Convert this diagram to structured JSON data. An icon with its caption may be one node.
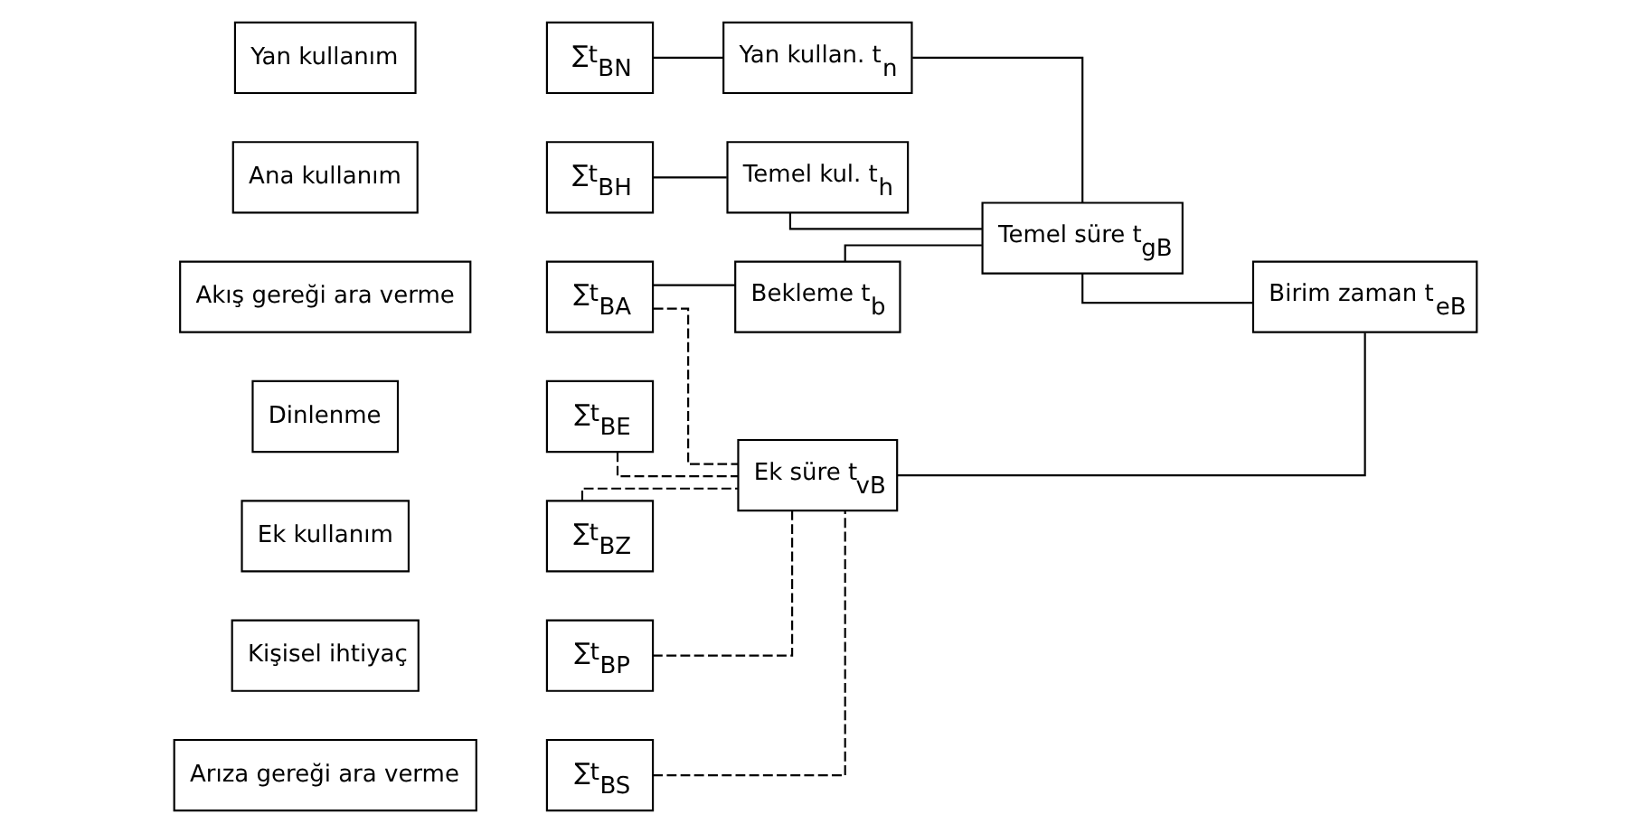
{
  "diagram": {
    "nodes": [
      {
        "text": [
          "Ana kullanım"
        ]
      },
      {
        "text": [
          "Yan kullanım"
        ]
      },
      {
        "text": [
          "Ek kullanım"
        ]
      },
      {
        "text": [
          "Akış gereği ara verme"
        ]
      },
      {
        "text": [
          "Arıza gereği ara verme"
        ]
      },
      {
        "text": [
          "Dinlenme"
        ]
      },
      {
        "text": [
          "Kişisel ihtiyaç"
        ]
      },
      {
        "text": [
          "∑t$_{BH}$"
        ]
      },
      {
        "text": [
          "∑t$_{BN}$"
        ]
      },
      {
        "text": [
          "∑t$_{BZ}$"
        ]
      },
      {
        "text": [
          "∑t$_{BA}$"
        ]
      },
      {
        "text": [
          "∑t$_{BS}$"
        ]
      },
      {
        "text": [
          "∑t$_{BE}$"
        ]
      },
      {
        "text": [
          "∑t$_{BP}$"
        ]
      },
      {
        "text": [
          "Temel kul. t$_{h}$"
        ]
      },
      {
        "text": [
          "Yan kullan. t$_{n}$"
        ]
      },
      {
        "text": [
          "Bekleme t$_{b}$"
        ]
      },
      {
        "text": [
          "Temel süre t$_{gB}$"
        ]
      },
      {
        "text": [
          "Ek süre t$_{vB}$"
        ]
      },
      {
        "text": [
          "Birim zaman t$_{eB}$"
        ]
      }
    ],
    "edges": [
      {
        "from": 7,
        "to": 14,
        "arrow": "none"
      },
      {
        "from": 8,
        "to": 15,
        "arrow": "none"
      },
      {
        "from": 10,
        "to": 16,
        "arrow": "none"
      },
      {
        "from": 9,
        "to": 18,
        "arrow": "none",
        "style": "dashed"
      },
      {
        "from": 10,
        "to": 18,
        "arrow": "none",
        "style": "dashed"
      },
      {
        "from": 11,
        "to": 18,
        "arrow": "none",
        "style": "dashed"
      },
      {
        "from": 12,
        "to": 18,
        "arrow": "none",
        "style": "dashed"
      },
      {
        "from": 13,
        "to": 18,
        "arrow": "none",
        "style": "dashed"
      },
      {
        "from": 14,
        "to": 17,
        "arrow": "none"
      },
      {
        "from": 15,
        "to": 17,
        "arrow": "none"
      },
      {
        "from": 16,
        "to": 17,
        "arrow": "none"
      },
      {
        "from": 17,
        "to": 19,
        "arrow": "none"
      },
      {
        "from": 18,
        "to": 19,
        "arrow": "none"
      }
    ]
  }
}
